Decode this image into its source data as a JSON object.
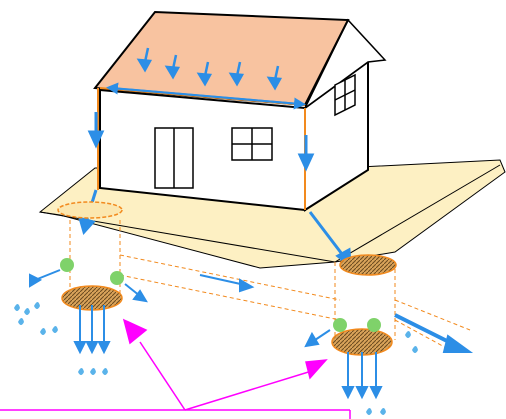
{
  "colors": {
    "roof": "#f8c3a0",
    "ground_slab": "#fdf0c3",
    "walls": "#ffffff",
    "flow_arrows": "#2c8ee6",
    "gutter_outline": "#f28a1e",
    "chamber_hatch": "#8a5a2a",
    "node_markers": "#7fd26a",
    "rain_drops": "#5ab3ea",
    "callout_lines": "#ff00ff"
  },
  "icons": {
    "roof_rain": "arrow-down",
    "runoff": "arrow-down",
    "infiltration": "rain-drop",
    "overflow": "arrow-right",
    "pointer": "triangle-arrowhead"
  },
  "callout": {
    "label": ""
  }
}
